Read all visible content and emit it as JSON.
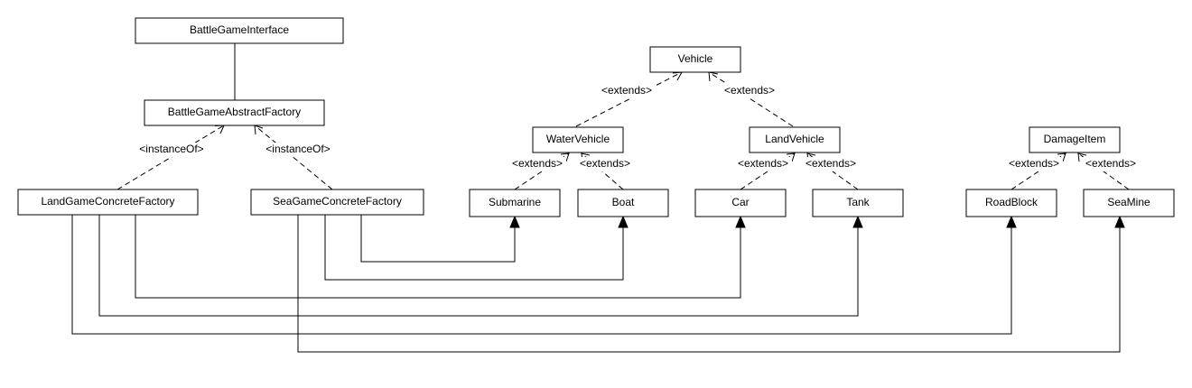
{
  "nodes": {
    "battle_game_interface": "BattleGameInterface",
    "battle_game_abstract_factory": "BattleGameAbstractFactory",
    "land_game_concrete_factory": "LandGameConcreteFactory",
    "sea_game_concrete_factory": "SeaGameConcreteFactory",
    "vehicle": "Vehicle",
    "water_vehicle": "WaterVehicle",
    "land_vehicle": "LandVehicle",
    "submarine": "Submarine",
    "boat": "Boat",
    "car": "Car",
    "tank": "Tank",
    "damage_item": "DamageItem",
    "road_block": "RoadBlock",
    "sea_mine": "SeaMine"
  },
  "edge_labels": {
    "instance_of": "<instanceOf>",
    "extends": "<extends>"
  }
}
